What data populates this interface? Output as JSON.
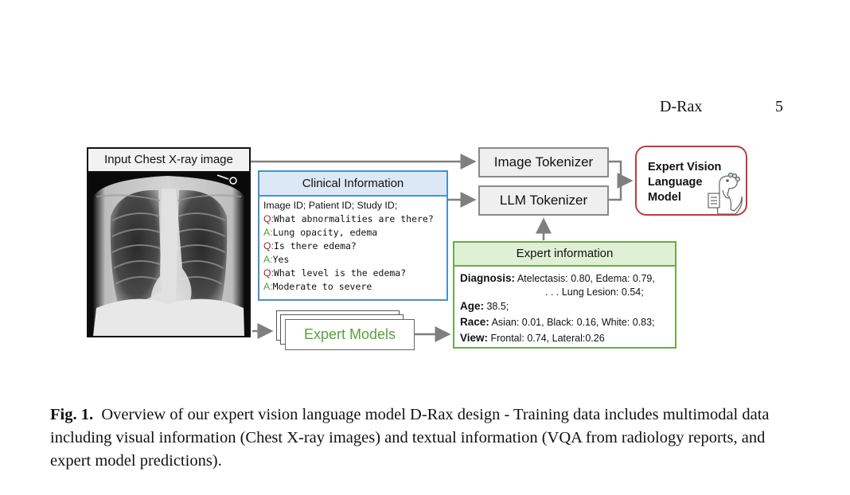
{
  "running_head": {
    "title": "D-Rax",
    "page_number": "5"
  },
  "figure": {
    "xray": {
      "title": "Input Chest X-ray image",
      "icon": "chest-xray-image"
    },
    "clinical_info": {
      "title": "Clinical Information",
      "ids_line": "Image ID; Patient ID; Study ID;",
      "qa": [
        {
          "prefix": "Q:",
          "text": "What abnormalities are there?",
          "kind": "question"
        },
        {
          "prefix": "A:",
          "text": "Lung opacity, edema",
          "kind": "answer"
        },
        {
          "prefix": "Q:",
          "text": "Is there edema?",
          "kind": "question"
        },
        {
          "prefix": "A:",
          "text": "Yes",
          "kind": "answer"
        },
        {
          "prefix": "Q:",
          "text": "What level is the edema?",
          "kind": "question"
        },
        {
          "prefix": "A:",
          "text": "Moderate to severe",
          "kind": "answer"
        }
      ]
    },
    "image_tokenizer": "Image Tokenizer",
    "llm_tokenizer": "LLM Tokenizer",
    "expert_vlm": {
      "line1": "Expert Vision",
      "line2": "Language",
      "line3": "Model",
      "icon": "dinosaur-doctor-icon"
    },
    "expert_models": "Expert Models",
    "expert_info": {
      "title": "Expert information",
      "diagnosis_label": "Diagnosis:",
      "diagnosis_line1": "Atelectasis: 0.80, Edema: 0.79,",
      "diagnosis_line2": ". . . Lung Lesion: 0.54;",
      "age_label": "Age:",
      "age_value": "38.5;",
      "race_label": "Race:",
      "race_value": "Asian: 0.01, Black: 0.16, White: 0.83;",
      "view_label": "View:",
      "view_value": "Frontal: 0.74, Lateral:0.26"
    },
    "colors": {
      "clinical_border": "#4a90c8",
      "expert_border": "#6aaa4a",
      "vlm_border": "#c8383c",
      "question": "#a0282c",
      "answer": "#4e9a3a"
    }
  },
  "caption": {
    "label": "Fig. 1.",
    "text": "Overview of our expert vision language model D-Rax design - Training data includes multimodal data including visual information (Chest X-ray images) and textual information (VQA from radiology reports, and expert model predictions)."
  }
}
